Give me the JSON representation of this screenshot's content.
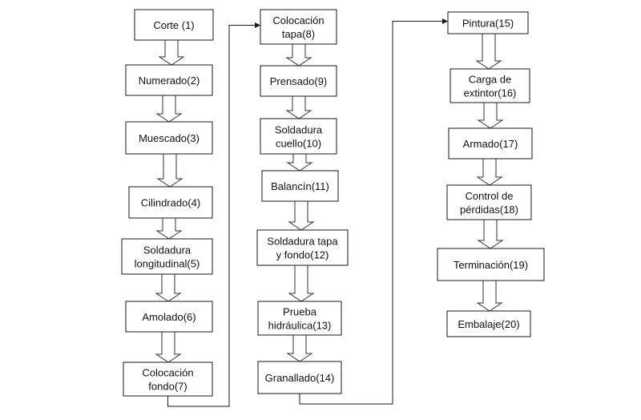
{
  "columns": [
    {
      "steps": [
        {
          "lines": [
            "Corte (1)"
          ]
        },
        {
          "lines": [
            "Numerado(2)"
          ]
        },
        {
          "lines": [
            "Muescado(3)"
          ]
        },
        {
          "lines": [
            "Cilindrado(4)"
          ]
        },
        {
          "lines": [
            "Soldadura",
            "longitudinal(5)"
          ]
        },
        {
          "lines": [
            "Amolado(6)"
          ]
        },
        {
          "lines": [
            "Colocación",
            "fondo(7)"
          ]
        }
      ]
    },
    {
      "steps": [
        {
          "lines": [
            "Colocación",
            "tapa(8)"
          ]
        },
        {
          "lines": [
            "Prensado(9)"
          ]
        },
        {
          "lines": [
            "Soldadura",
            "cuello(10)"
          ]
        },
        {
          "lines": [
            "Balancín(11)"
          ]
        },
        {
          "lines": [
            "Soldadura tapa",
            "y fondo(12)"
          ]
        },
        {
          "lines": [
            "Prueba",
            "hidráulica(13)"
          ]
        },
        {
          "lines": [
            "Granallado(14)"
          ]
        }
      ]
    },
    {
      "steps": [
        {
          "lines": [
            "Pintura(15)"
          ]
        },
        {
          "lines": [
            "Carga de",
            "extintor(16)"
          ]
        },
        {
          "lines": [
            "Armado(17)"
          ]
        },
        {
          "lines": [
            "Control de",
            "pérdidas(18)"
          ]
        },
        {
          "lines": [
            "Terminación(19)"
          ]
        },
        {
          "lines": [
            "Embalaje(20)"
          ]
        }
      ]
    }
  ]
}
